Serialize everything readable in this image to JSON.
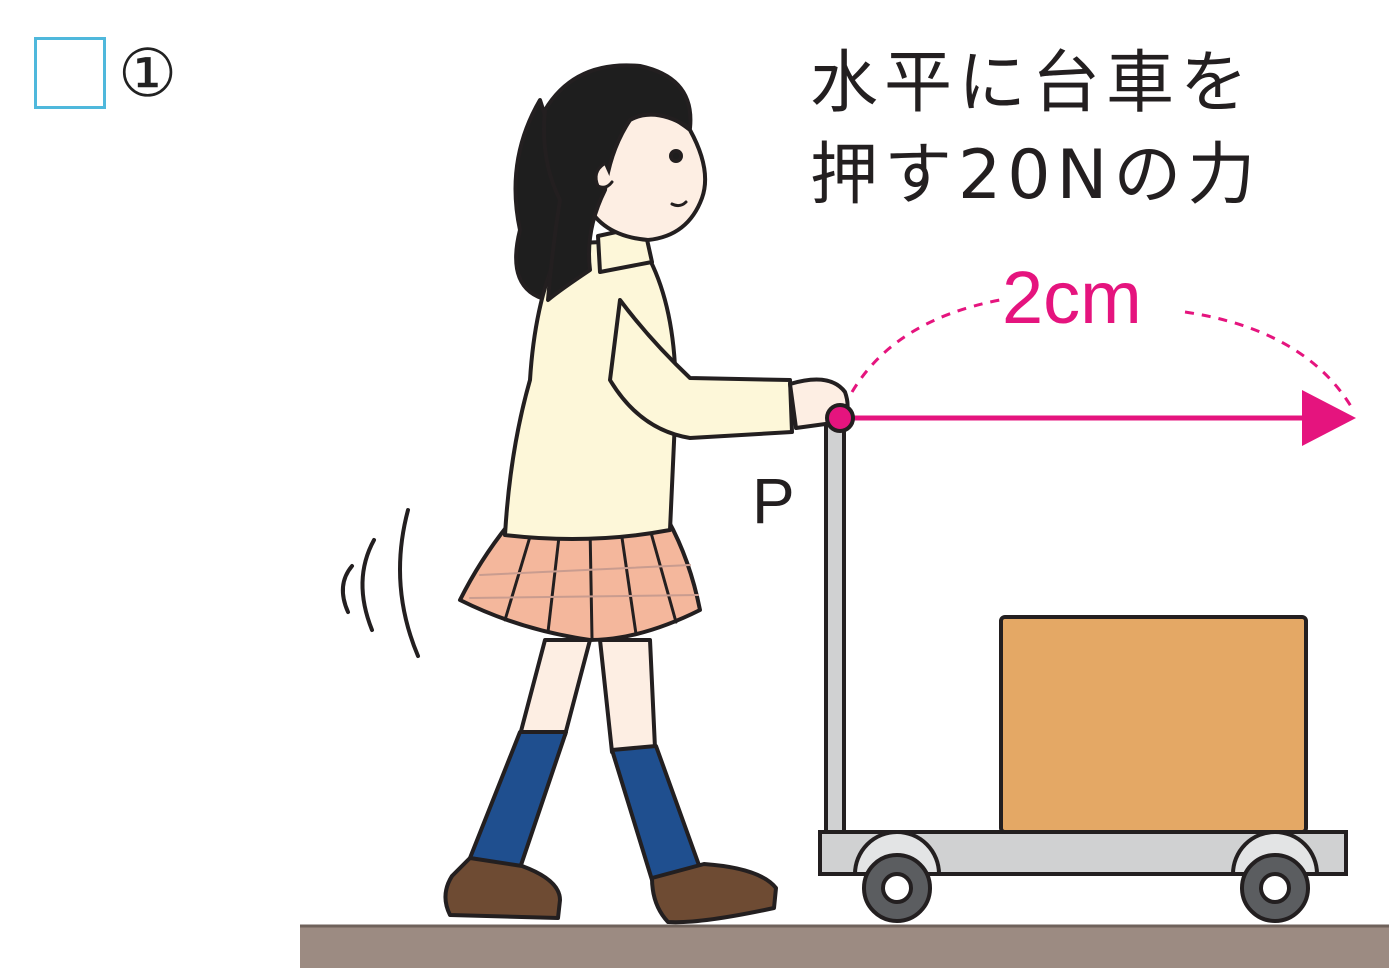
{
  "question": {
    "number": "①"
  },
  "caption": {
    "line1": "水平に台車を",
    "line2": "押す20Nの力"
  },
  "force_arrow": {
    "length_label": "2cm",
    "color": "#e5147e"
  },
  "point": {
    "label": "P"
  },
  "colors": {
    "box": "#e4a865",
    "floor": "#9c8b82",
    "cart": "#d0d1d2",
    "sweater": "#fdf7d9",
    "skirt": "#f4b79c",
    "socks": "#1f4f8f",
    "shoes": "#6e4b33",
    "hair": "#1e1e1e",
    "answer_box_border": "#4fb8dc"
  }
}
